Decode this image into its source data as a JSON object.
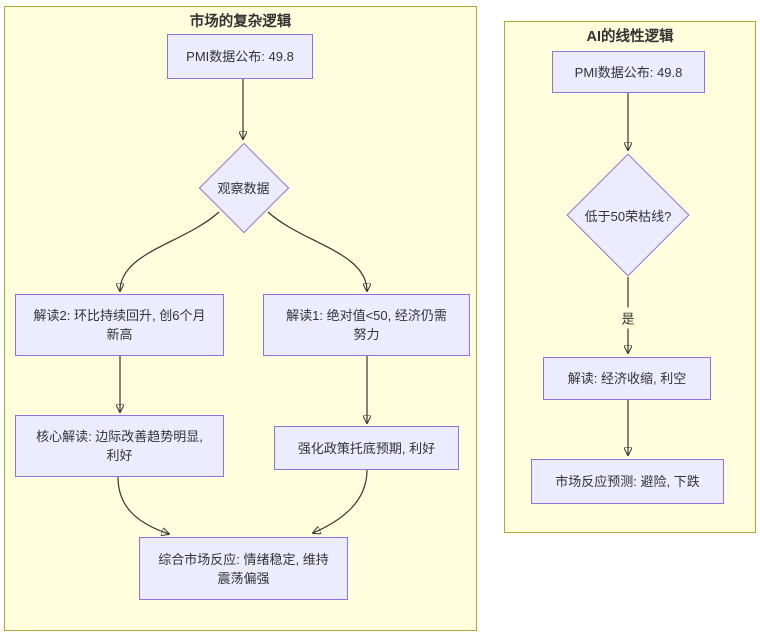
{
  "colors": {
    "node_fill": "#ECECFF",
    "node_border": "#9370DB",
    "cluster_fill": "#ffffde",
    "cluster_border": "#aaaa33",
    "edge": "#333333",
    "text": "#333333"
  },
  "diagram": {
    "left": {
      "title": "市场的复杂逻辑",
      "nodes": {
        "pmi": "PMI数据公布: 49.8",
        "observe": "观察数据",
        "interp2": "解读2: 环比持续回升, 创6个月新高",
        "interp1": "解读1: 绝对值<50, 经济仍需努力",
        "core": "核心解读: 边际改善趋势明显, 利好",
        "policy": "强化政策托底预期, 利好",
        "combined": "综合市场反应: 情绪稳定, 维持震荡偏强"
      },
      "flow": [
        "PMI数据公布 → 观察数据",
        "观察数据 → 解读2",
        "观察数据 → 解读1",
        "解读2 → 核心解读",
        "解读1 → 强化政策托底预期",
        "核心解读 → 综合市场反应",
        "强化政策托底预期 → 综合市场反应"
      ]
    },
    "right": {
      "title": "AI的线性逻辑",
      "nodes": {
        "pmi": "PMI数据公布: 49.8",
        "threshold": "低于50荣枯线?",
        "interp": "解读: 经济收缩, 利空",
        "forecast": "市场反应预测: 避险, 下跌"
      },
      "edge_label_yes": "是",
      "flow": [
        "PMI数据公布 → 低于50荣枯线?",
        "低于50荣枯线? →(是) 解读",
        "解读 → 市场反应预测"
      ]
    }
  }
}
